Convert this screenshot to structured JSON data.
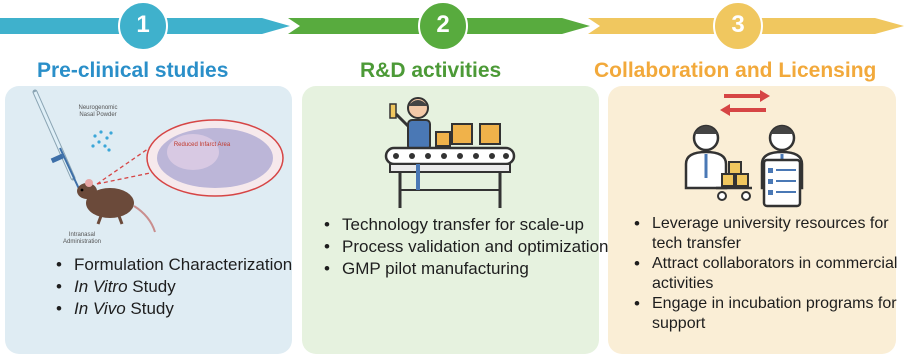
{
  "colors": {
    "step1": "#3fb1cc",
    "step2": "#58ab3e",
    "step3": "#f0c75f",
    "title1": "#2a8fc9",
    "title2": "#4c9a37",
    "title3": "#f2a93b"
  },
  "icons": [
    "mouse-injection-icon",
    "brain-slice-icon",
    "worker-conveyor-icon",
    "exchange-arrows-icon",
    "two-researchers-icon",
    "checklist-icon"
  ],
  "stages": [
    {
      "number": "1",
      "title": "Pre-clinical studies",
      "figure_labels": {
        "nanoparticle": "Neurogenomic Nasal Powder",
        "infarct": "Reduced Infarct Area",
        "admin": "Intranasal Administration"
      },
      "bullets": [
        {
          "prefix": "",
          "text": "Formulation Characterization"
        },
        {
          "prefix": "In Vitro",
          "text": " Study"
        },
        {
          "prefix": "In Vivo",
          "text": " Study"
        }
      ]
    },
    {
      "number": "2",
      "title": "R&D activities",
      "bullets": [
        "Technology transfer for scale-up",
        "Process validation and optimization",
        "GMP pilot manufacturing"
      ]
    },
    {
      "number": "3",
      "title": "Collaboration and Licensing",
      "bullets": [
        "Leverage university resources for tech transfer",
        "Attract collaborators in commercial activities",
        "Engage in incubation programs for support"
      ]
    }
  ]
}
